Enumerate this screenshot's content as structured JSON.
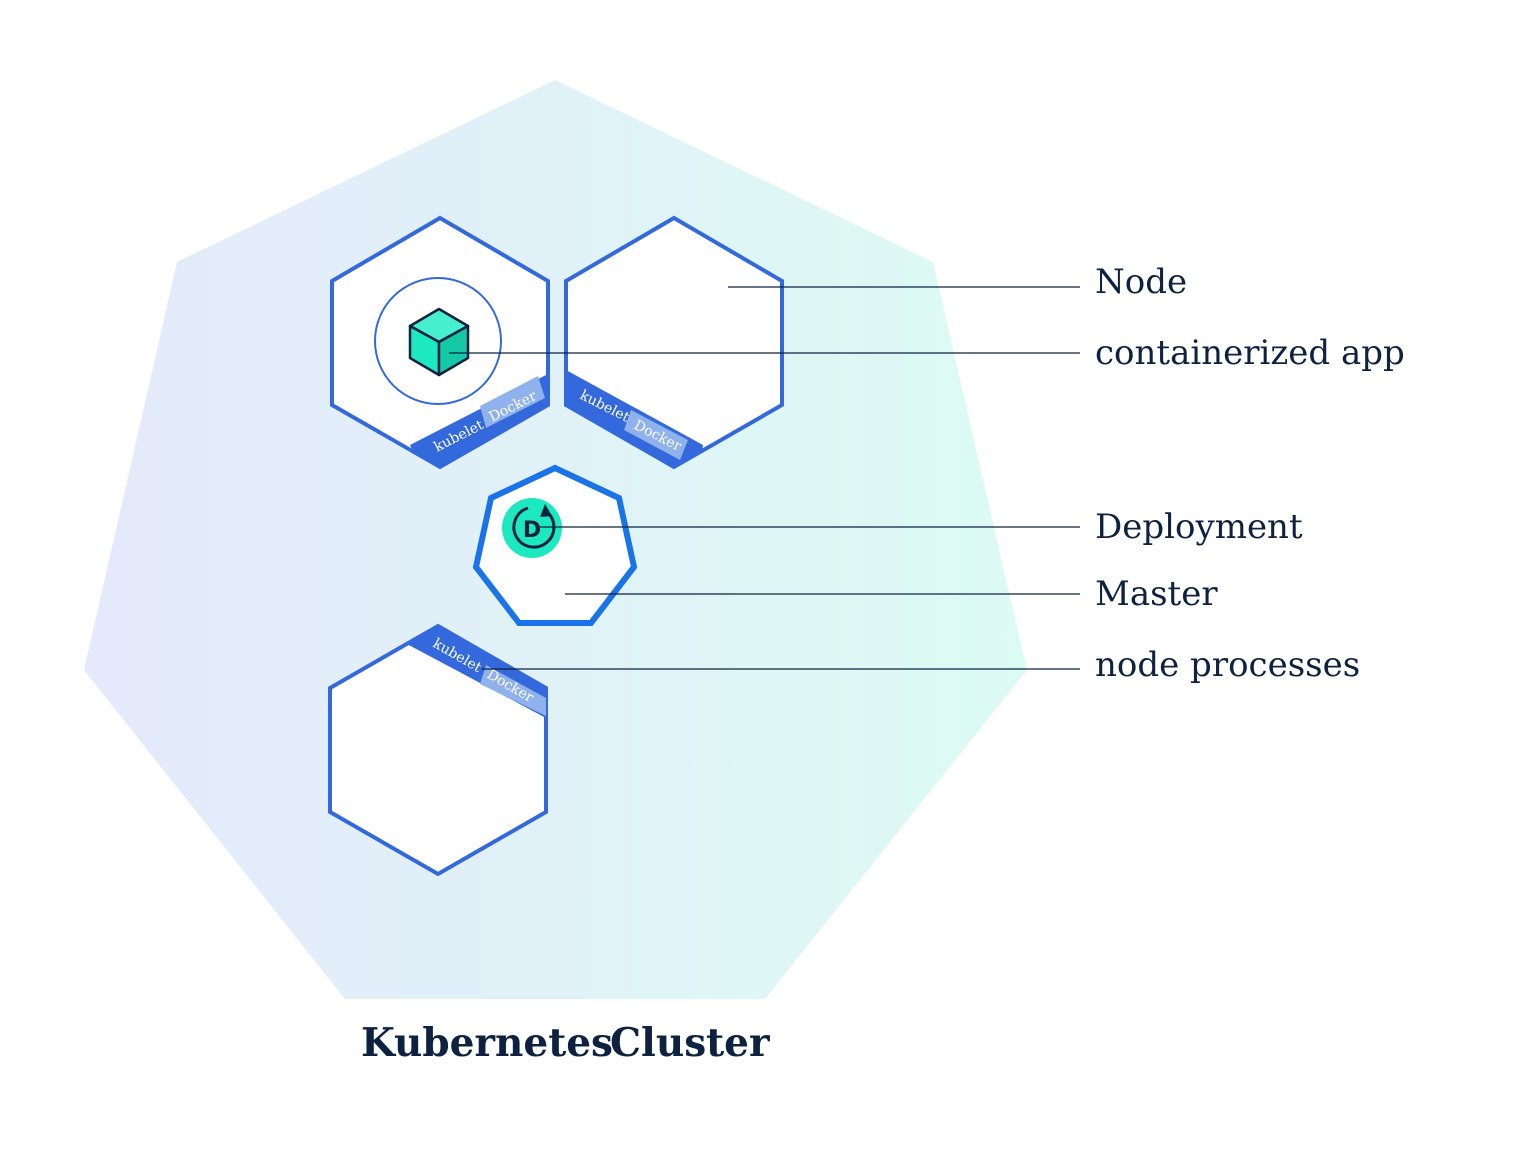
{
  "diagram": {
    "cluster": {
      "title_part1": "Kubernetes",
      "title_part2": "Cluster"
    },
    "nodes": [
      {
        "kubelet_label": "kubelet",
        "runtime_label": "Docker",
        "has_app": true
      },
      {
        "kubelet_label": "kubelet",
        "runtime_label": "Docker",
        "has_app": false
      },
      {
        "kubelet_label": "kubelet",
        "runtime_label": "Docker",
        "has_app": false
      }
    ],
    "deployment_badge_letter": "D",
    "callouts": {
      "node": "Node",
      "containerized_app": "containerized app",
      "deployment": "Deployment",
      "master": "Master",
      "node_processes": "node processes"
    },
    "colors": {
      "node_outline": "#3369dc",
      "master_outline": "#1a73e8",
      "app_cube": "#1de9c1",
      "deployment_badge": "#1de9c1",
      "band_runtime": "#8fb2ec",
      "text_dark": "#0d2240",
      "cluster_gradient_left": "#e4e9fb",
      "cluster_gradient_right": "#dcfbf3"
    }
  }
}
